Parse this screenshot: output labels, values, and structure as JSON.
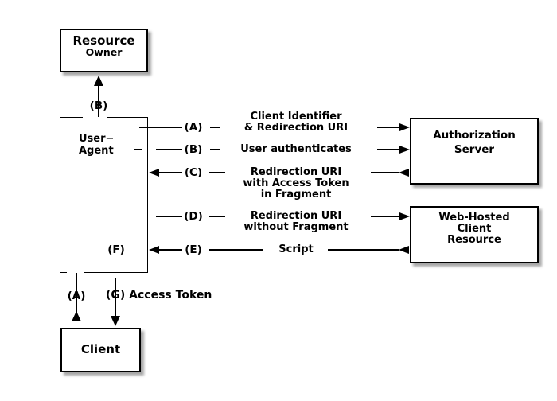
{
  "colors": {
    "ink": "#000000",
    "background": "#ffffff",
    "shadow": "#a9a9a9"
  },
  "boxes": {
    "resource_owner": {
      "lines": [
        "Resource",
        "Owner"
      ]
    },
    "user_agent": {
      "lines": [
        "User−",
        "Agent"
      ]
    },
    "authorization_server": {
      "lines": [
        "Authorization",
        "Server"
      ]
    },
    "web_hosted_client_resource": {
      "lines": [
        "Web-Hosted",
        "Client",
        "Resource"
      ]
    },
    "client": {
      "lines": [
        "Client"
      ]
    }
  },
  "connectors": {
    "top_arrow_label": "(B)",
    "rows": [
      {
        "label": "(A)",
        "text_lines": [
          "Client Identifier",
          "& Redirection URI"
        ]
      },
      {
        "label": "(B)",
        "text_lines": [
          "User authenticates"
        ]
      },
      {
        "label": "(C)",
        "text_lines": [
          "Redirection URI",
          "with Access Token",
          "in Fragment"
        ]
      },
      {
        "label": "(D)",
        "text_lines": [
          "Redirection URI",
          "without Fragment"
        ]
      },
      {
        "label": "(E)",
        "text_lines": [
          "Script"
        ]
      }
    ],
    "inner_label_f": "(F)",
    "bottom_left_label": "(A)",
    "bottom_right_label": "(G) Access Token"
  }
}
